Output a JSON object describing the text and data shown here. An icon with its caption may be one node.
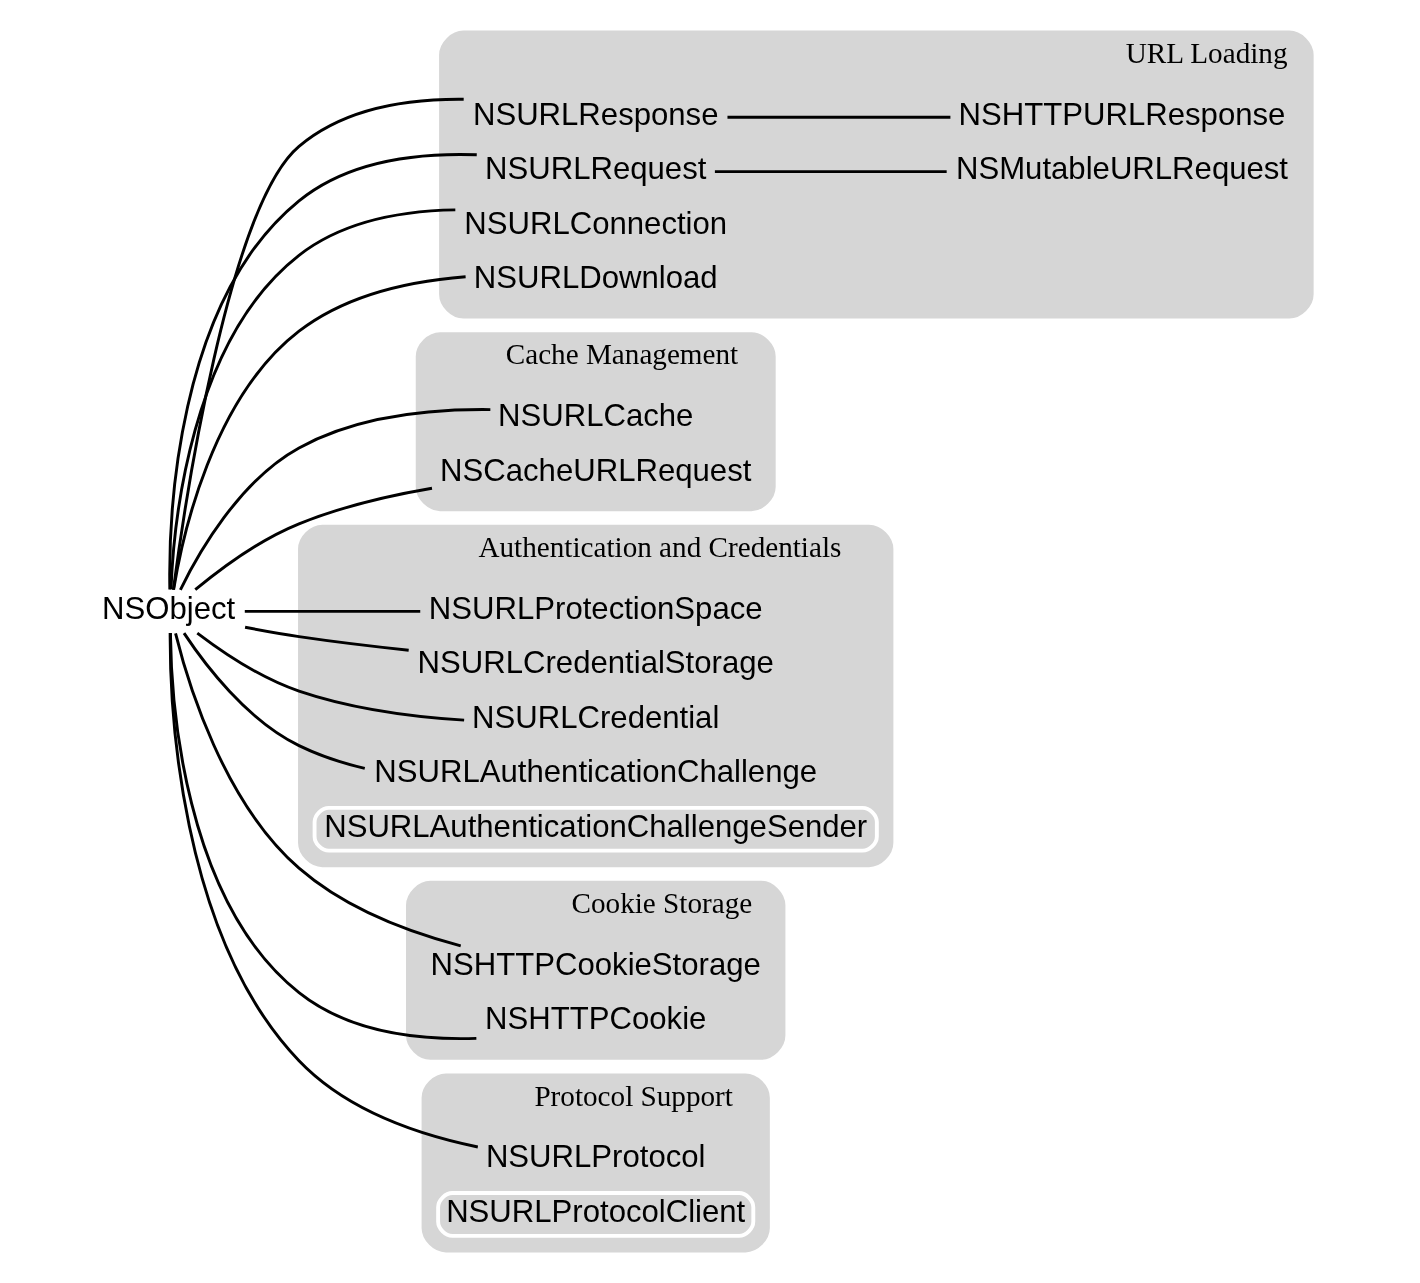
{
  "diagram": {
    "nodes": [
      {
        "text": [
          "NSObject"
        ]
      },
      {
        "text": [
          "URL Loading"
        ]
      },
      {
        "text": [
          "NSURLResponse"
        ],
        "in": 1
      },
      {
        "text": [
          "NSHTTPURLResponse"
        ],
        "in": 1
      },
      {
        "text": [
          "NSURLRequest"
        ],
        "in": 1
      },
      {
        "text": [
          "NSMutableURLRequest"
        ],
        "in": 1
      },
      {
        "text": [
          "NSURLConnection"
        ],
        "in": 1
      },
      {
        "text": [
          "NSURLDownload"
        ],
        "in": 1
      },
      {
        "text": [
          "Cache Management"
        ]
      },
      {
        "text": [
          "NSURLCache"
        ],
        "in": 8
      },
      {
        "text": [
          "NSCacheURLRequest"
        ],
        "in": 8
      },
      {
        "text": [
          "Authentication and Credentials"
        ]
      },
      {
        "text": [
          "NSURLProtectionSpace"
        ],
        "in": 11
      },
      {
        "text": [
          "NSURLCredentialStorage"
        ],
        "in": 11
      },
      {
        "text": [
          "NSURLCredential"
        ],
        "in": 11
      },
      {
        "text": [
          "NSURLAuthenticationChallenge"
        ],
        "in": 11
      },
      {
        "text": [
          "NSURLAuthenticationChallengeSender"
        ],
        "in": 11
      },
      {
        "text": [
          "Cookie Storage"
        ]
      },
      {
        "text": [
          "NSHTTPCookieStorage"
        ],
        "in": 17
      },
      {
        "text": [
          "NSHTTPCookie"
        ],
        "in": 17
      },
      {
        "text": [
          "Protocol Support"
        ]
      },
      {
        "text": [
          "NSURLProtocol"
        ],
        "in": 20
      },
      {
        "text": [
          "NSURLProtocolClient"
        ],
        "in": 20
      }
    ],
    "edges": [
      {
        "from": 0,
        "to": 2,
        "arrow": "none"
      },
      {
        "from": 2,
        "to": 3,
        "arrow": "none"
      },
      {
        "from": 0,
        "to": 4,
        "arrow": "none"
      },
      {
        "from": 4,
        "to": 5,
        "arrow": "none"
      },
      {
        "from": 0,
        "to": 6,
        "arrow": "none"
      },
      {
        "from": 0,
        "to": 7,
        "arrow": "none"
      },
      {
        "from": 0,
        "to": 9,
        "arrow": "none"
      },
      {
        "from": 0,
        "to": 10,
        "arrow": "none"
      },
      {
        "from": 0,
        "to": 12,
        "arrow": "none"
      },
      {
        "from": 0,
        "to": 13,
        "arrow": "none"
      },
      {
        "from": 0,
        "to": 14,
        "arrow": "none"
      },
      {
        "from": 0,
        "to": 15,
        "arrow": "none"
      },
      {
        "from": 0,
        "to": 18,
        "arrow": "none"
      },
      {
        "from": 0,
        "to": 19,
        "arrow": "none"
      },
      {
        "from": 0,
        "to": 21,
        "arrow": "none"
      }
    ]
  }
}
